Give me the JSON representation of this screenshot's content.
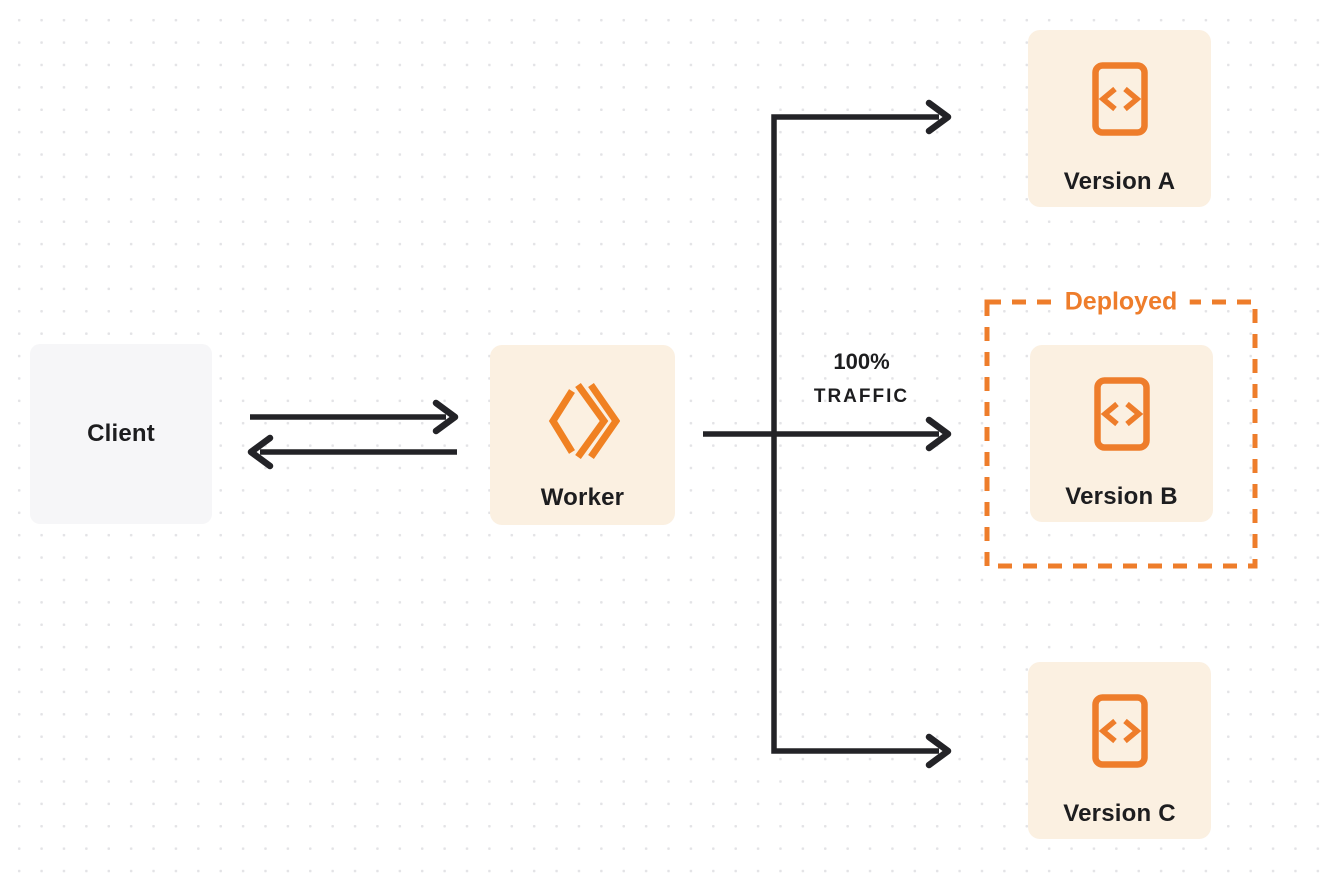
{
  "colors": {
    "background": "#ffffff",
    "dot_grid": "#e3e3e6",
    "accent_orange": "#ee7d2b",
    "node_cream": "#fbf0e1",
    "node_gray": "#f6f6f8",
    "arrow_dark": "#232327",
    "text_dark": "#1d1d1f"
  },
  "nodes": {
    "client": {
      "label": "Client"
    },
    "worker": {
      "label": "Worker",
      "icon": "workers-logo-icon"
    },
    "version_a": {
      "label": "Version A",
      "icon": "code-file-icon"
    },
    "version_b": {
      "label": "Version B",
      "icon": "code-file-icon",
      "status": "Deployed"
    },
    "version_c": {
      "label": "Version C",
      "icon": "code-file-icon"
    }
  },
  "annotations": {
    "deployed_label": "Deployed",
    "traffic": {
      "line1": "100%",
      "line2": "TRAFFIC"
    }
  }
}
